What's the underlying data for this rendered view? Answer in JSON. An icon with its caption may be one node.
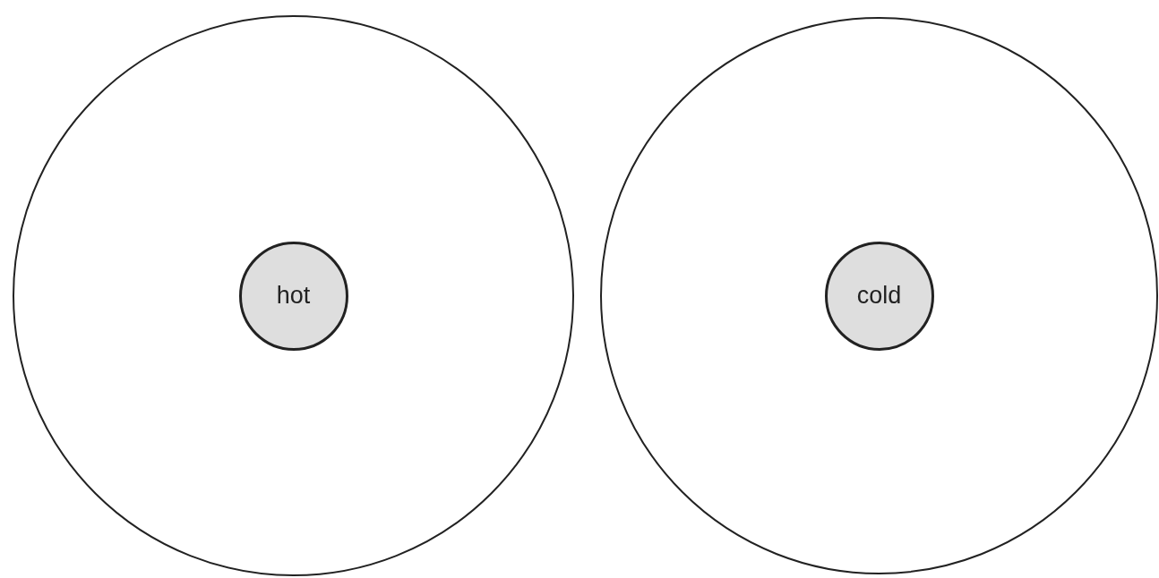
{
  "diagram": {
    "nodes": [
      {
        "text": [],
        "shape": "circle"
      },
      {
        "text": [
          "hot"
        ],
        "in": 0
      },
      {
        "text": [],
        "shape": "circle"
      },
      {
        "text": [
          "cold"
        ],
        "in": 2
      }
    ]
  }
}
